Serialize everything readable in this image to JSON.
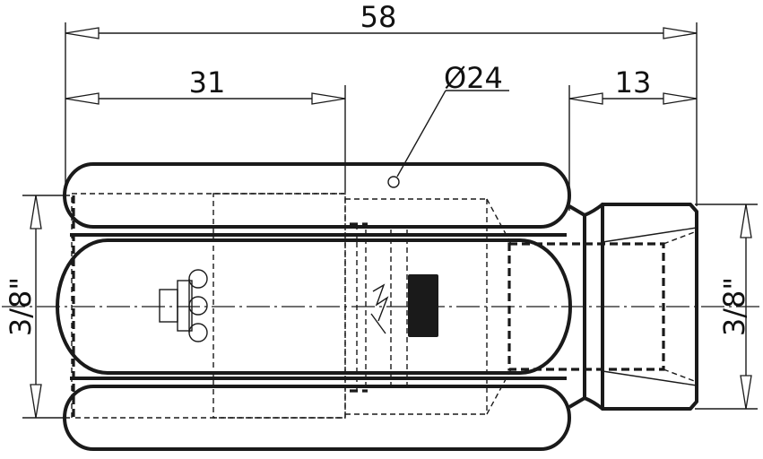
{
  "dimensions": {
    "overall_length": "58",
    "body_length": "31",
    "diameter": "Ø24",
    "thread_length": "13",
    "left_thread": "3/8\"",
    "right_thread": "3/8\""
  },
  "colors": {
    "line": "#1a1a1a",
    "background": "#ffffff",
    "marking_fill": "#1a1a1a"
  }
}
